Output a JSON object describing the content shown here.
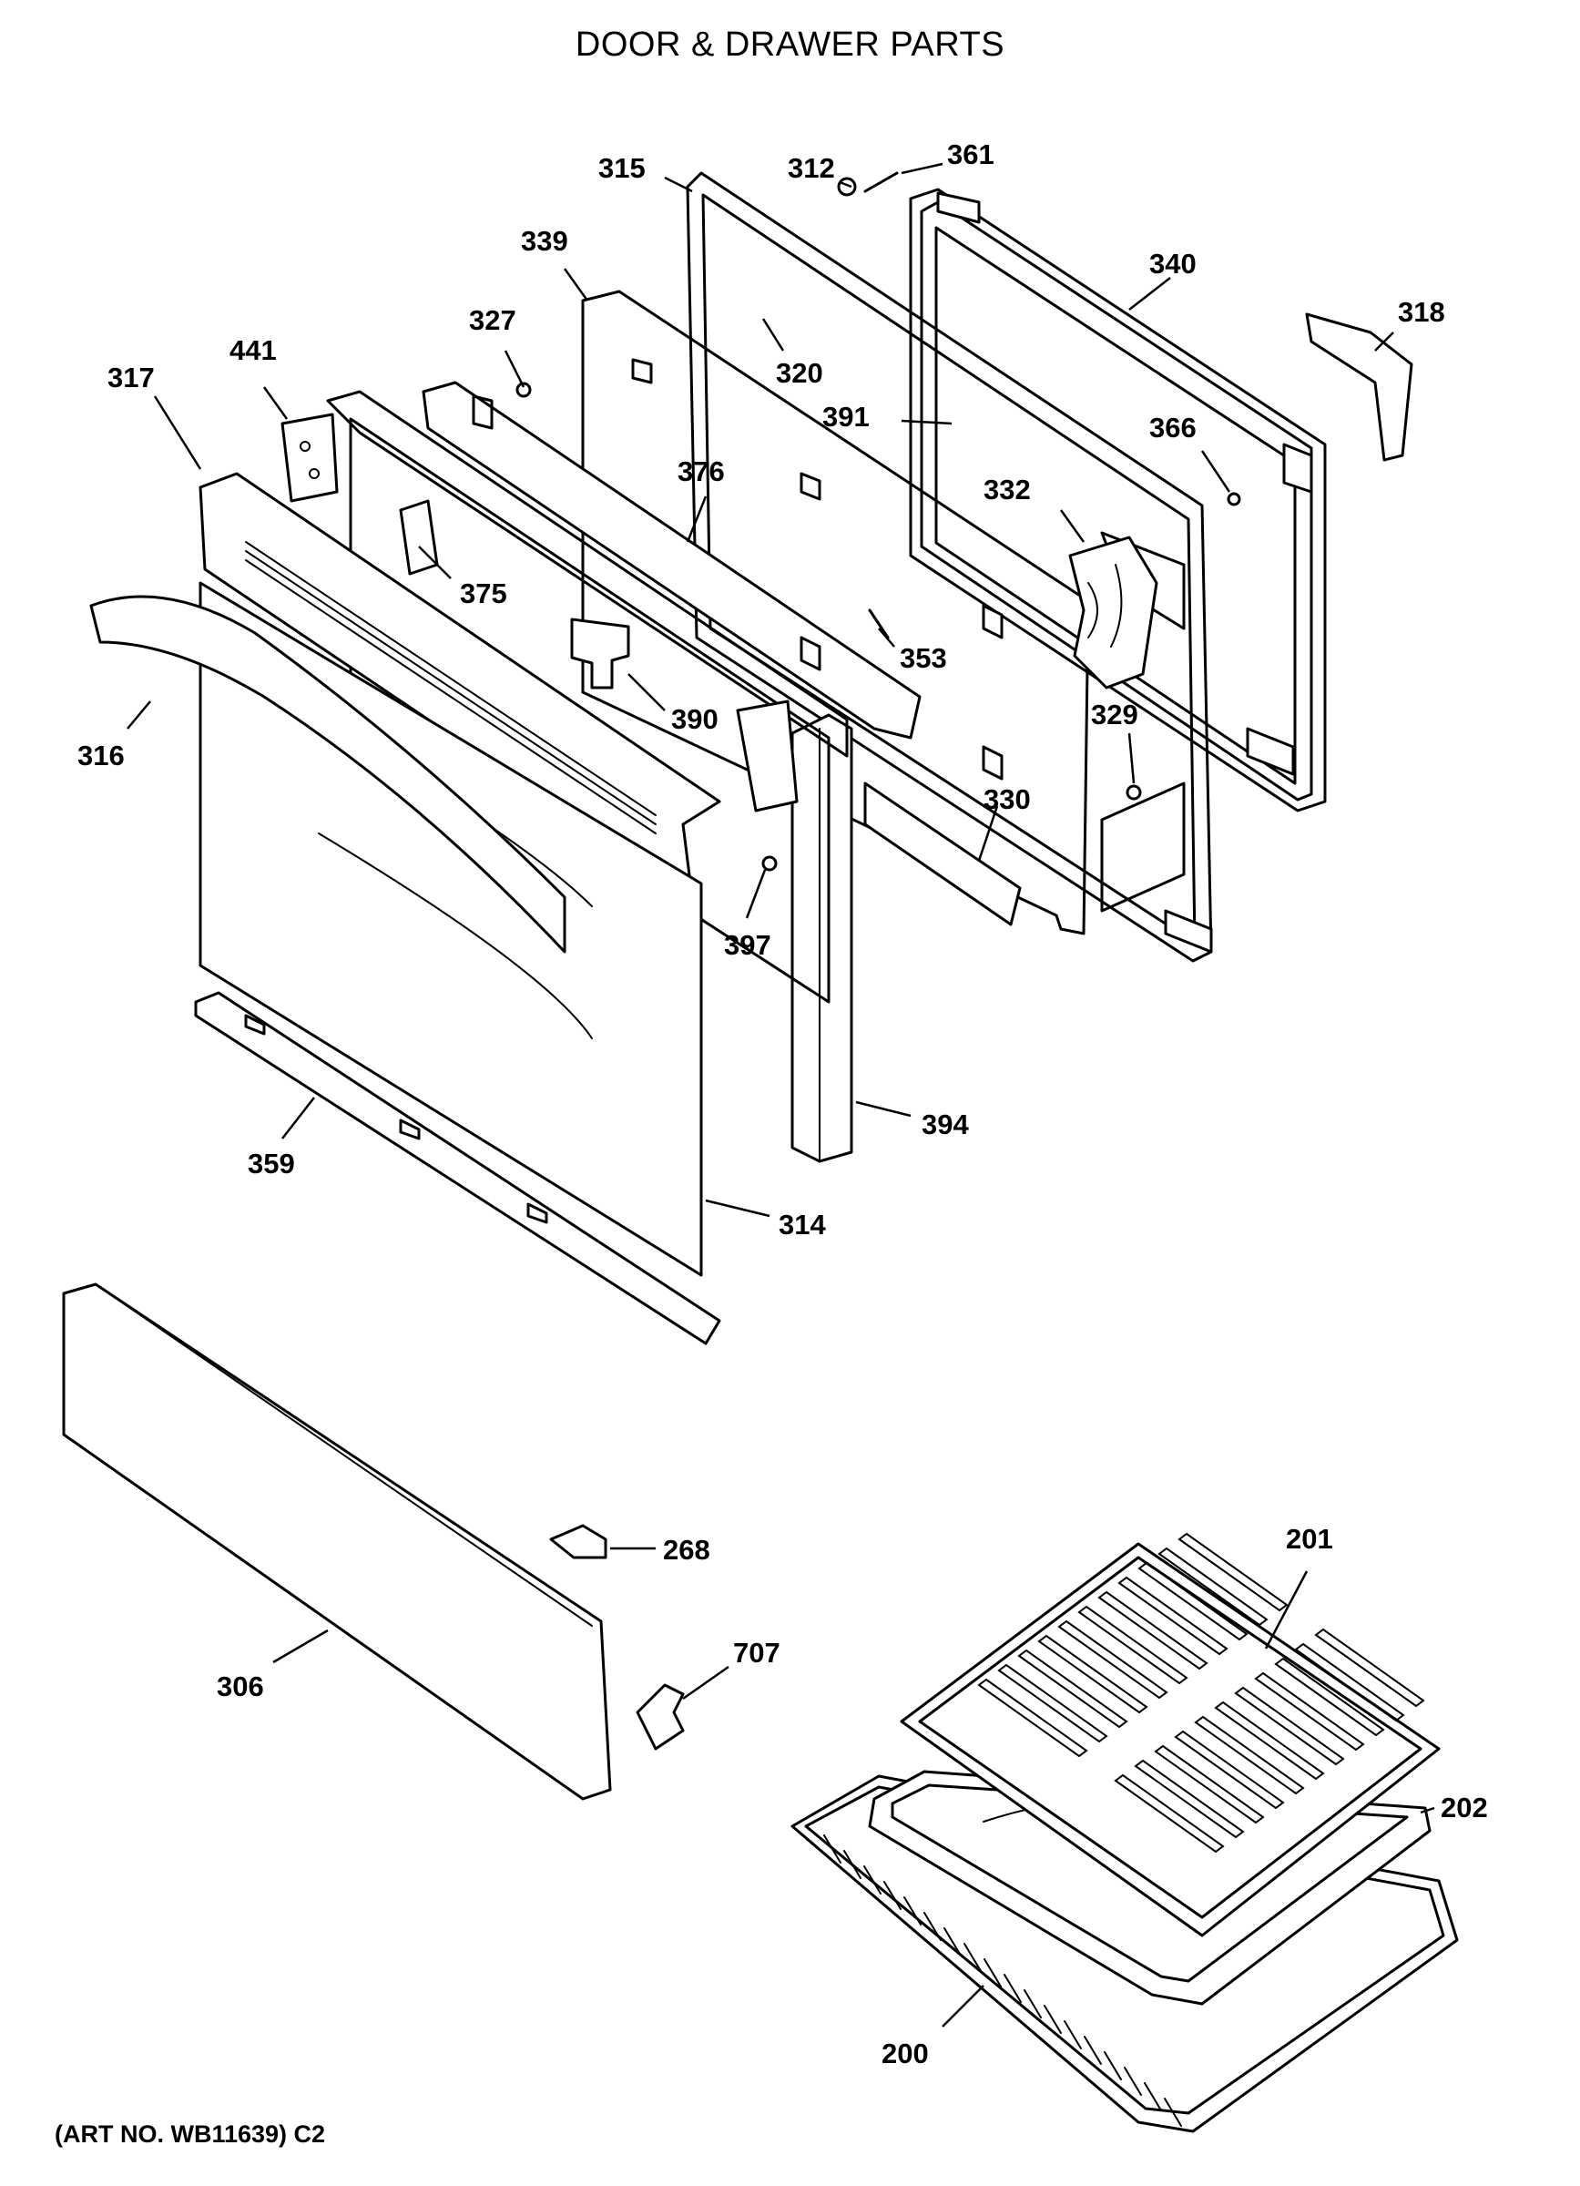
{
  "title": "DOOR & DRAWER PARTS",
  "art_number": "(ART NO. WB11639) C2",
  "callouts": [
    {
      "id": "315"
    },
    {
      "id": "312"
    },
    {
      "id": "361"
    },
    {
      "id": "339"
    },
    {
      "id": "340"
    },
    {
      "id": "318"
    },
    {
      "id": "327"
    },
    {
      "id": "320"
    },
    {
      "id": "441"
    },
    {
      "id": "317"
    },
    {
      "id": "391"
    },
    {
      "id": "366"
    },
    {
      "id": "376"
    },
    {
      "id": "332"
    },
    {
      "id": "375"
    },
    {
      "id": "353"
    },
    {
      "id": "390"
    },
    {
      "id": "329"
    },
    {
      "id": "316"
    },
    {
      "id": "330"
    },
    {
      "id": "397"
    },
    {
      "id": "394"
    },
    {
      "id": "359"
    },
    {
      "id": "314"
    },
    {
      "id": "268"
    },
    {
      "id": "201"
    },
    {
      "id": "707"
    },
    {
      "id": "306"
    },
    {
      "id": "202"
    },
    {
      "id": "200"
    }
  ]
}
